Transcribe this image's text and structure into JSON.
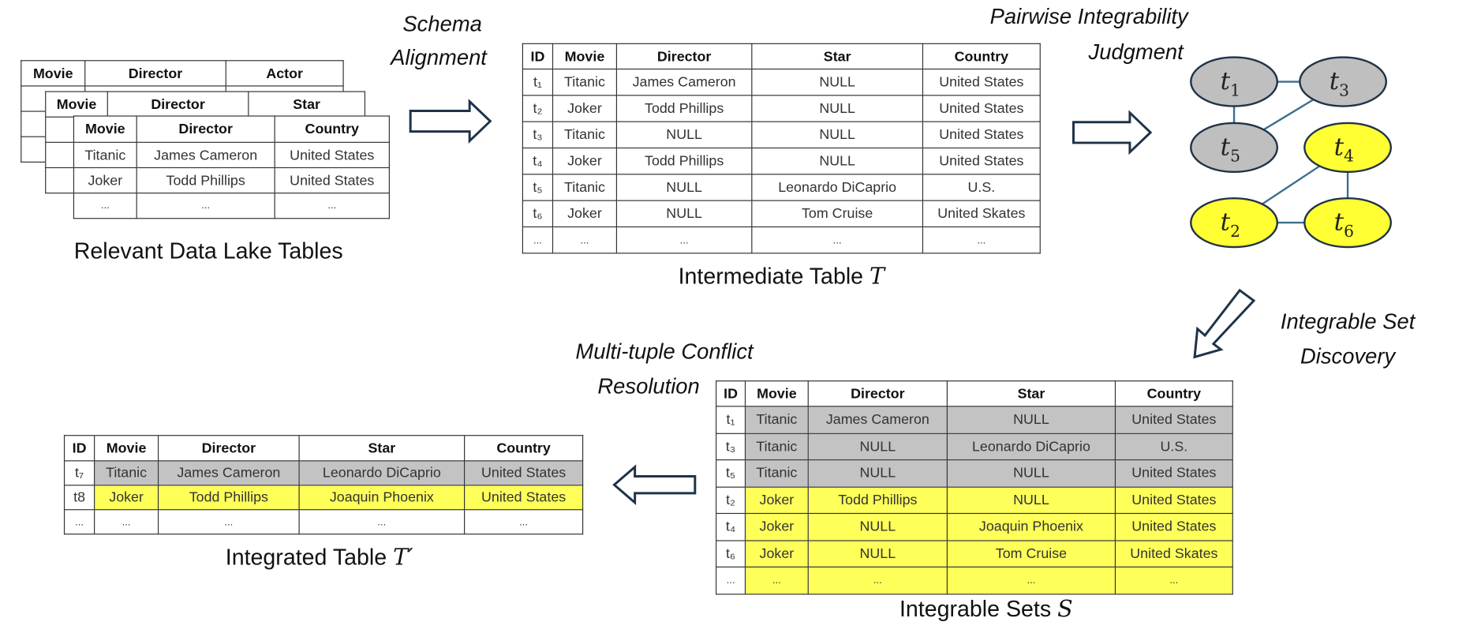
{
  "lake_tables": {
    "caption": "Relevant Data Lake Tables",
    "back": {
      "headers": [
        "Movie",
        "Director",
        "Actor"
      ]
    },
    "middle": {
      "headers": [
        "Movie",
        "Director",
        "Star"
      ]
    },
    "front": {
      "headers": [
        "Movie",
        "Director",
        "Country"
      ],
      "rows": [
        [
          "Titanic",
          "James Cameron",
          "United States"
        ],
        [
          "Joker",
          "Todd Phillips",
          "United States"
        ],
        [
          "...",
          "...",
          "..."
        ]
      ]
    }
  },
  "steps": {
    "schema_alignment": [
      "Schema",
      "Alignment"
    ],
    "pairwise": [
      "Pairwise Integrability",
      "Judgment"
    ],
    "set_discovery": [
      "Integrable Set",
      "Discovery"
    ],
    "conflict_resolution": [
      "Multi-tuple Conflict",
      "Resolution"
    ]
  },
  "intermediate": {
    "caption": "Intermediate Table",
    "symbol": "T",
    "headers": [
      "ID",
      "Movie",
      "Director",
      "Star",
      "Country"
    ],
    "rows": [
      [
        "t₁",
        "Titanic",
        "James Cameron",
        "NULL",
        "United States"
      ],
      [
        "t₂",
        "Joker",
        "Todd Phillips",
        "NULL",
        "United States"
      ],
      [
        "t₃",
        "Titanic",
        "NULL",
        "NULL",
        "United States"
      ],
      [
        "t₄",
        "Joker",
        "Todd Phillips",
        "NULL",
        "United States"
      ],
      [
        "t₅",
        "Titanic",
        "NULL",
        "Leonardo DiCaprio",
        "U.S."
      ],
      [
        "t₆",
        "Joker",
        "NULL",
        "Tom Cruise",
        "United Skates"
      ],
      [
        "...",
        "...",
        "...",
        "...",
        "..."
      ]
    ]
  },
  "graph": {
    "nodes": [
      {
        "id": "t1",
        "label": "t",
        "sub": "1",
        "group": "gray"
      },
      {
        "id": "t3",
        "label": "t",
        "sub": "3",
        "group": "gray"
      },
      {
        "id": "t5",
        "label": "t",
        "sub": "5",
        "group": "gray"
      },
      {
        "id": "t4",
        "label": "t",
        "sub": "4",
        "group": "yellow"
      },
      {
        "id": "t2",
        "label": "t",
        "sub": "2",
        "group": "yellow"
      },
      {
        "id": "t6",
        "label": "t",
        "sub": "6",
        "group": "yellow"
      }
    ],
    "edges": [
      [
        "t1",
        "t3"
      ],
      [
        "t1",
        "t5"
      ],
      [
        "t3",
        "t5"
      ],
      [
        "t4",
        "t2"
      ],
      [
        "t4",
        "t6"
      ],
      [
        "t2",
        "t6"
      ]
    ],
    "colors": {
      "gray": "#bfbfbf",
      "yellow": "#ffff33",
      "stroke": "#1f3347",
      "edge": "#3a6f8f"
    }
  },
  "integrable": {
    "caption": "Integrable Sets",
    "symbol": "S",
    "headers": [
      "ID",
      "Movie",
      "Director",
      "Star",
      "Country"
    ],
    "rows": [
      {
        "group": "gray",
        "cells": [
          "t₁",
          "Titanic",
          "James Cameron",
          "NULL",
          "United States"
        ]
      },
      {
        "group": "gray",
        "cells": [
          "t₃",
          "Titanic",
          "NULL",
          "Leonardo DiCaprio",
          "U.S."
        ]
      },
      {
        "group": "gray",
        "cells": [
          "t₅",
          "Titanic",
          "NULL",
          "NULL",
          "United States"
        ]
      },
      {
        "group": "yellow",
        "cells": [
          "t₂",
          "Joker",
          "Todd Phillips",
          "NULL",
          "United States"
        ]
      },
      {
        "group": "yellow",
        "cells": [
          "t₄",
          "Joker",
          "NULL",
          "Joaquin Phoenix",
          "United States"
        ]
      },
      {
        "group": "yellow",
        "cells": [
          "t₆",
          "Joker",
          "NULL",
          "Tom Cruise",
          "United Skates"
        ]
      },
      {
        "group": "yellow",
        "cells": [
          "...",
          "...",
          "...",
          "...",
          "..."
        ]
      }
    ]
  },
  "integrated": {
    "caption": "Integrated Table",
    "symbol": "T′",
    "headers": [
      "ID",
      "Movie",
      "Director",
      "Star",
      "Country"
    ],
    "rows": [
      {
        "group": "gray",
        "cells": [
          "t₇",
          "Titanic",
          "James Cameron",
          "Leonardo DiCaprio",
          "United States"
        ]
      },
      {
        "group": "yellow",
        "cells": [
          "t8",
          "Joker",
          "Todd Phillips",
          "Joaquin Phoenix",
          "United States"
        ]
      },
      {
        "group": "",
        "cells": [
          "...",
          "...",
          "...",
          "...",
          "..."
        ]
      }
    ]
  }
}
